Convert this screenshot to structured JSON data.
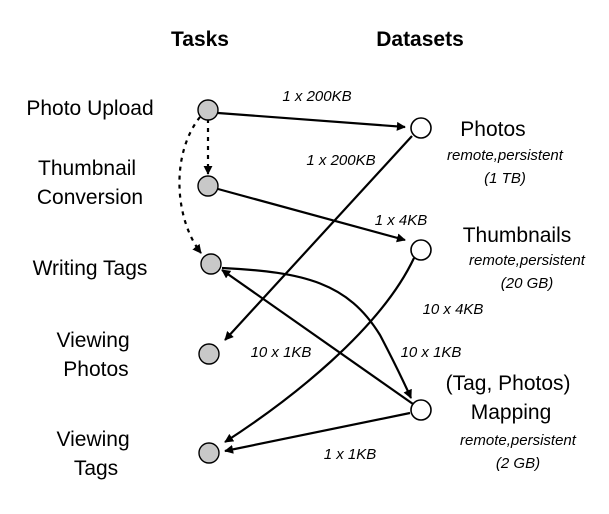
{
  "headers": {
    "tasks": "Tasks",
    "datasets": "Datasets"
  },
  "tasks": {
    "photo_upload": [
      "Photo Upload"
    ],
    "thumbnail_conversion": [
      "Thumbnail",
      "Conversion"
    ],
    "writing_tags": [
      "Writing Tags"
    ],
    "viewing_photos": [
      "Viewing",
      "Photos"
    ],
    "viewing_tags": [
      "Viewing",
      "Tags"
    ]
  },
  "datasets": {
    "photos": {
      "name": [
        "Photos"
      ],
      "attrs": "remote,persistent",
      "size": "(1 TB)"
    },
    "thumbnails": {
      "name": [
        "Thumbnails"
      ],
      "attrs": "remote,persistent",
      "size": "(20 GB)"
    },
    "mapping": {
      "name": [
        "(Tag, Photos)",
        "Mapping"
      ],
      "attrs": "remote,persistent",
      "size": "(2 GB)"
    }
  },
  "edges": {
    "upload_to_photos": "1 x 200KB",
    "photos_to_viewing": "1 x 200KB",
    "thumbconv_to_thumbnails": "1 x 4KB",
    "thumbnails_to_viewing": "10 x 4KB",
    "mapping_to_viewing_photos": "10 x 1KB",
    "writing_to_mapping": "10 x 1KB",
    "mapping_to_viewing_tags": "1 x 1KB"
  }
}
